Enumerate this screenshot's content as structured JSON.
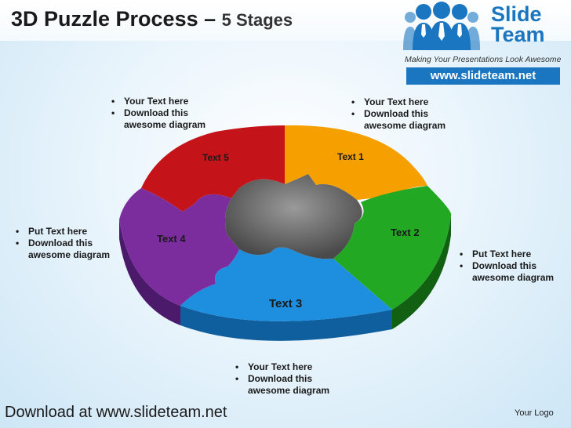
{
  "title": {
    "main": "3D Puzzle Process –",
    "sub": "5 Stages"
  },
  "logo": {
    "word1": "Slide",
    "word2": "Team",
    "tagline": "Making Your Presentations Look Awesome",
    "url": "www.slideteam.net"
  },
  "pieces": [
    {
      "label": "Text 1",
      "color": "#f5a000"
    },
    {
      "label": "Text 2",
      "color": "#23a823"
    },
    {
      "label": "Text 3",
      "color": "#1e8fdf"
    },
    {
      "label": "Text 4",
      "color": "#7b2d9e"
    },
    {
      "label": "Text 5",
      "color": "#c4141a"
    }
  ],
  "center_color": "#595959",
  "notes": {
    "top_left": [
      "Your Text here",
      "Download this awesome diagram"
    ],
    "top_right": [
      "Your Text here",
      "Download this awesome diagram"
    ],
    "left": [
      "Put Text here",
      "Download this awesome diagram"
    ],
    "right": [
      "Put Text here",
      "Download this awesome diagram"
    ],
    "bottom": [
      "Your Text here",
      "Download this awesome diagram"
    ]
  },
  "footer": {
    "download": "Download at www.slideteam.net",
    "logo": "Your Logo"
  }
}
